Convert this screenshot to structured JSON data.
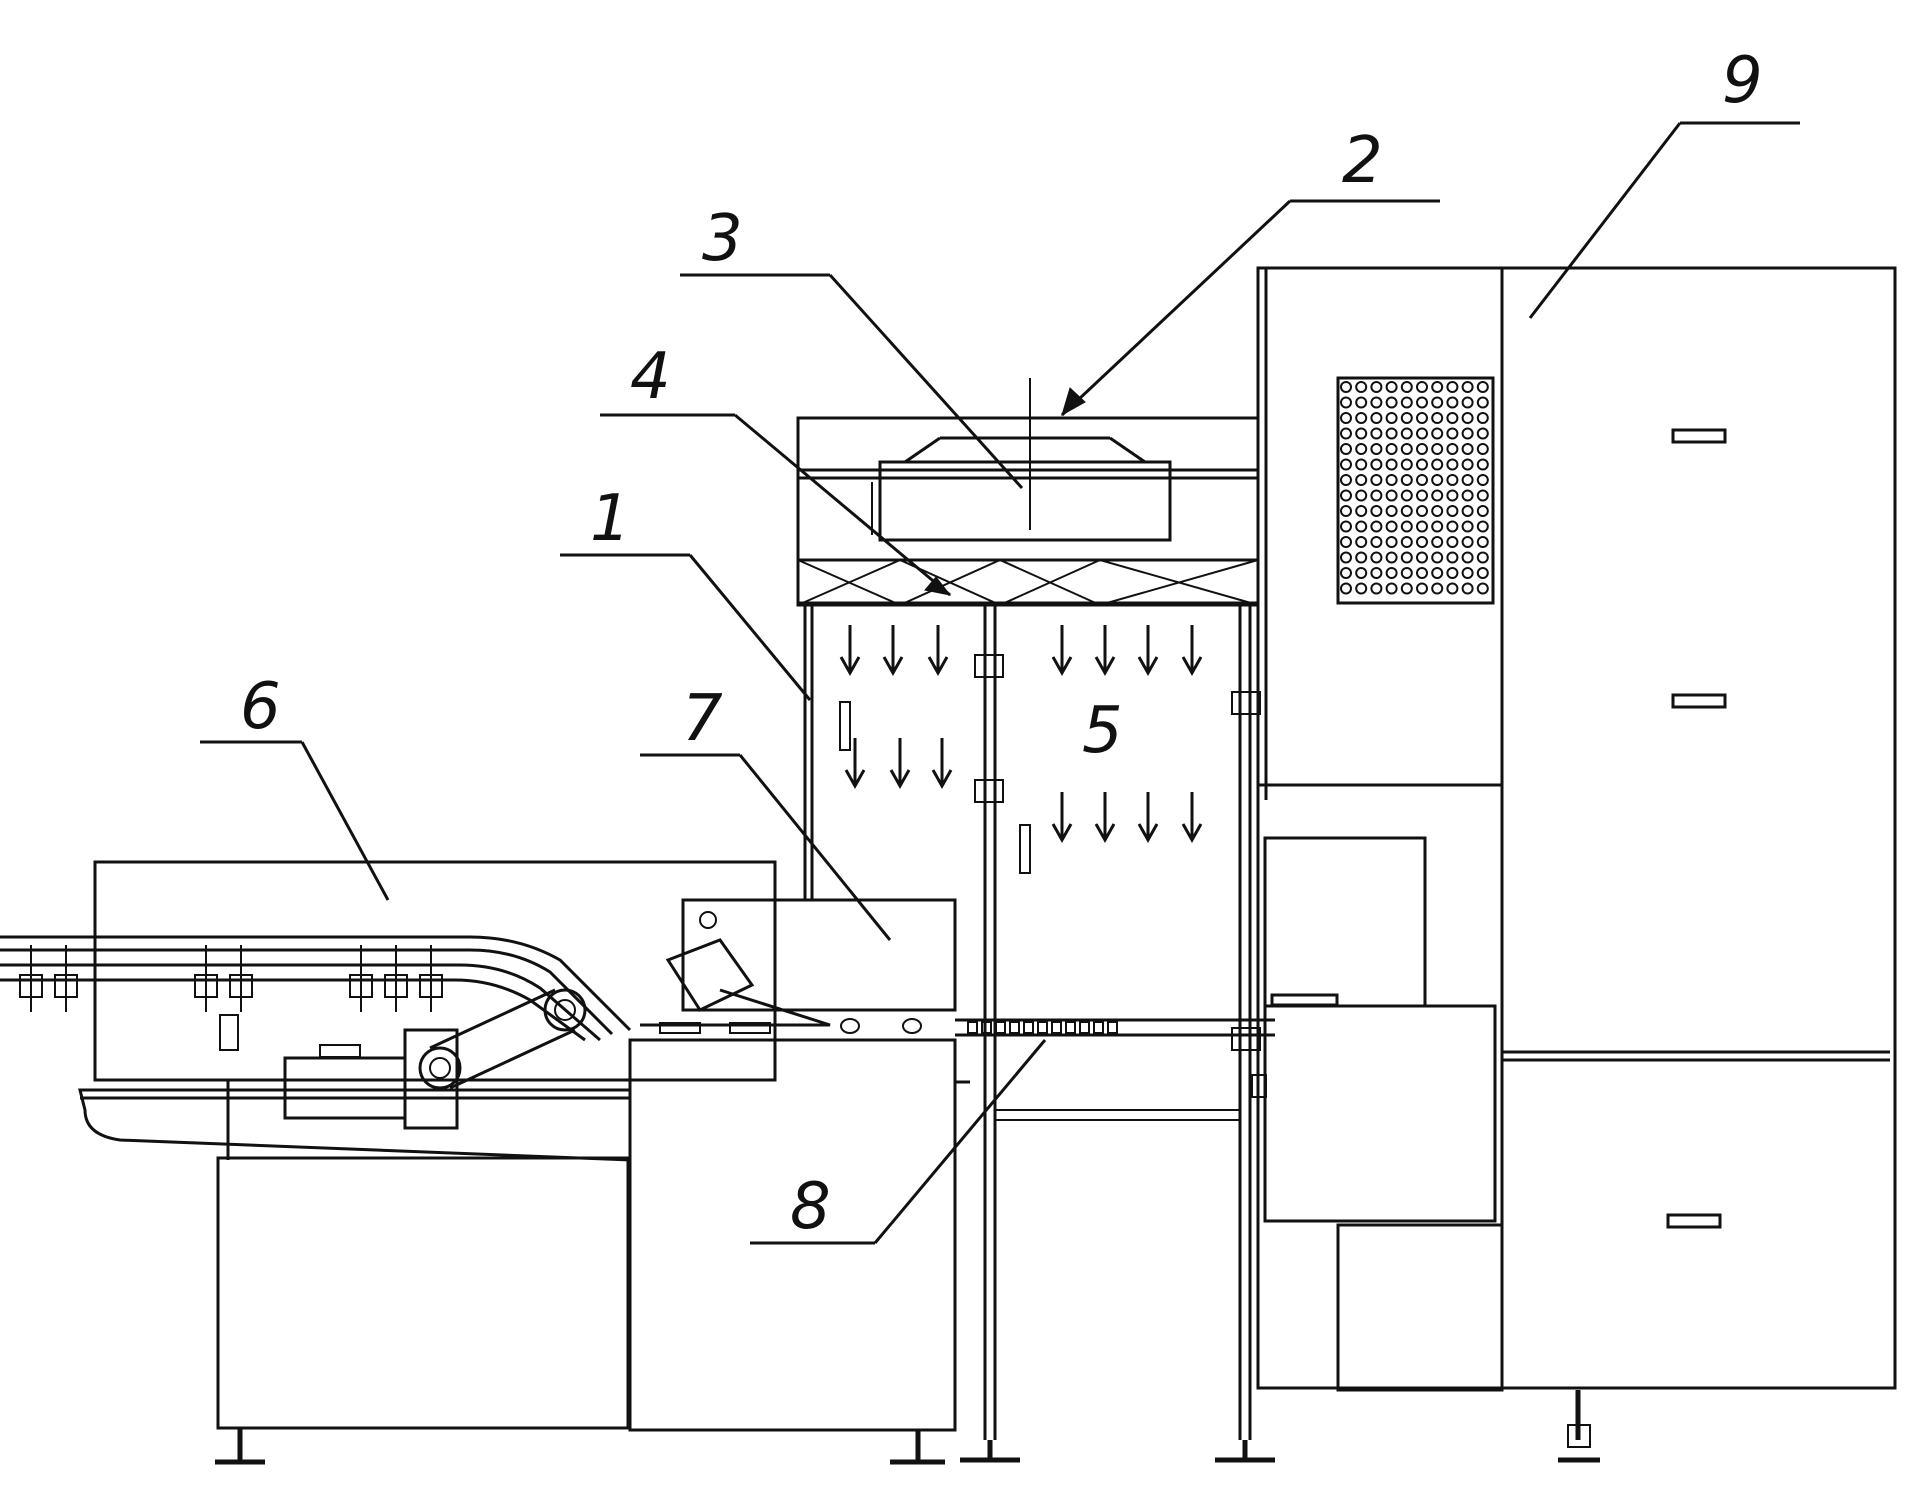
{
  "labels": {
    "l1": "1",
    "l2": "2",
    "l3": "3",
    "l4": "4",
    "l5": "5",
    "l6": "6",
    "l7": "7",
    "l8": "8",
    "l9": "9"
  },
  "colors": {
    "ink": "#111111",
    "paper": "#ffffff"
  }
}
